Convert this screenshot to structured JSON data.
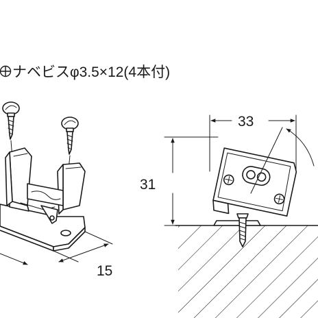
{
  "header": {
    "screw_note": "ナベビスφ3.5×12(4本付)",
    "screw_symbol_icon": "phillips-head-symbol"
  },
  "dimensions": {
    "width_right": "33",
    "height_right": "31",
    "depth_left": "15"
  },
  "colors": {
    "line": "#1a1a1a",
    "background": "#ffffff"
  }
}
